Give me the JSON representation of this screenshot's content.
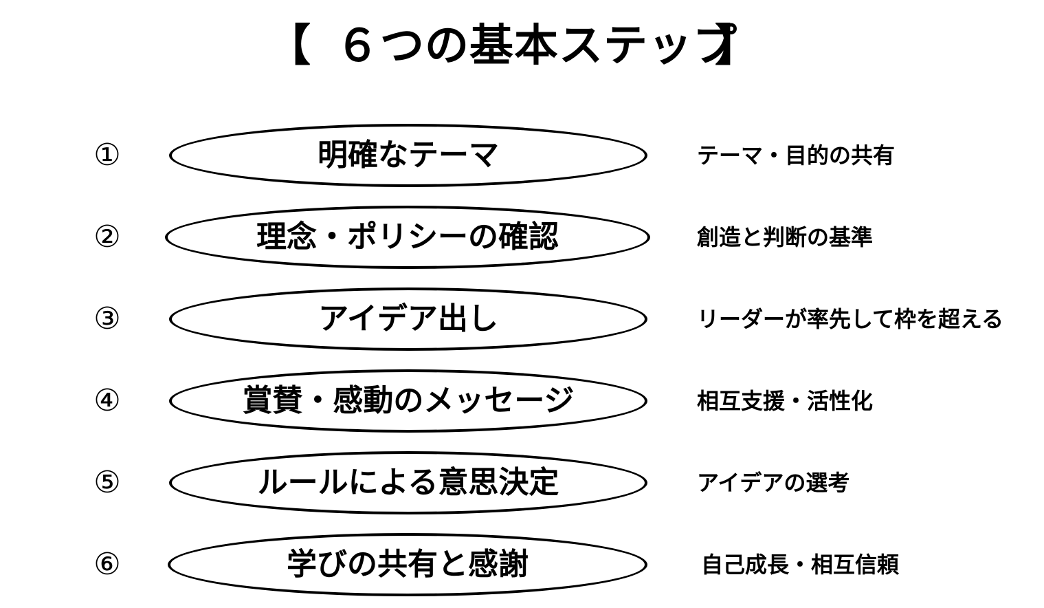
{
  "title": {
    "open_bracket": "【",
    "text": "６つの基本ステップ",
    "close_bracket": "】"
  },
  "steps": [
    {
      "number": "①",
      "label": "明確なテーマ",
      "description": "テーマ・目的の共有"
    },
    {
      "number": "②",
      "label": "理念・ポリシーの確認",
      "description": "創造と判断の基準"
    },
    {
      "number": "③",
      "label": "アイデア出し",
      "description": "リーダーが率先して枠を超える"
    },
    {
      "number": "④",
      "label": "賞賛・感動のメッセージ",
      "description": "相互支援・活性化"
    },
    {
      "number": "⑤",
      "label": "ルールによる意思決定",
      "description": "アイデアの選考"
    },
    {
      "number": "⑥",
      "label": "学びの共有と感謝",
      "description": "自己成長・相互信頼"
    }
  ]
}
